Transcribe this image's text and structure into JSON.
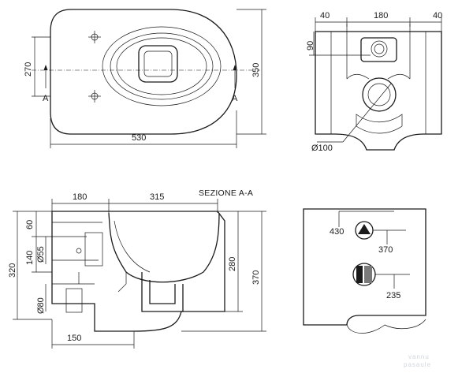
{
  "top_view": {
    "width": "530",
    "height": "350",
    "inner": "270",
    "cut_left": "A",
    "cut_right": "A"
  },
  "front_view": {
    "dim_left": "40",
    "dim_mid": "180",
    "dim_right": "40",
    "dim_height": "90",
    "diameter": "Ø100"
  },
  "section_view": {
    "title": "SEZIONE A-A",
    "dim_top_left": "180",
    "dim_top_right": "315",
    "dim_60": "60",
    "dim_140": "140",
    "dim_320": "320",
    "dim_55": "Ø55",
    "dim_80": "Ø80",
    "dim_280": "280",
    "dim_370": "370",
    "dim_150": "150"
  },
  "wall_view": {
    "dim_430": "430",
    "dim_370": "370",
    "dim_235": "235"
  },
  "watermark": {
    "line1": "vannu",
    "line2": "pasaule"
  }
}
